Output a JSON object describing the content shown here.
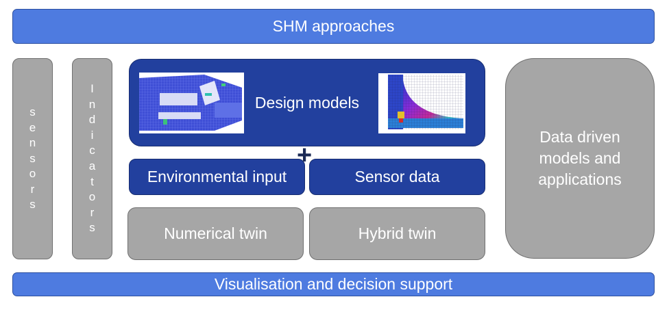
{
  "top_bar": "SHM approaches",
  "bottom_bar": "Visualisation and decision support",
  "sensors_label": "sensors",
  "indicators_label": "Indicators",
  "design_models": "Design models",
  "plus_sign": "+",
  "environmental_input": "Environmental input",
  "sensor_data": "Sensor data",
  "numerical_twin": "Numerical twin",
  "hybrid_twin": "Hybrid twin",
  "data_driven": "Data driven models and applications",
  "colors": {
    "bar_blue": "#4e7be0",
    "navy": "#22409e",
    "gray": "#a6a6a6"
  }
}
